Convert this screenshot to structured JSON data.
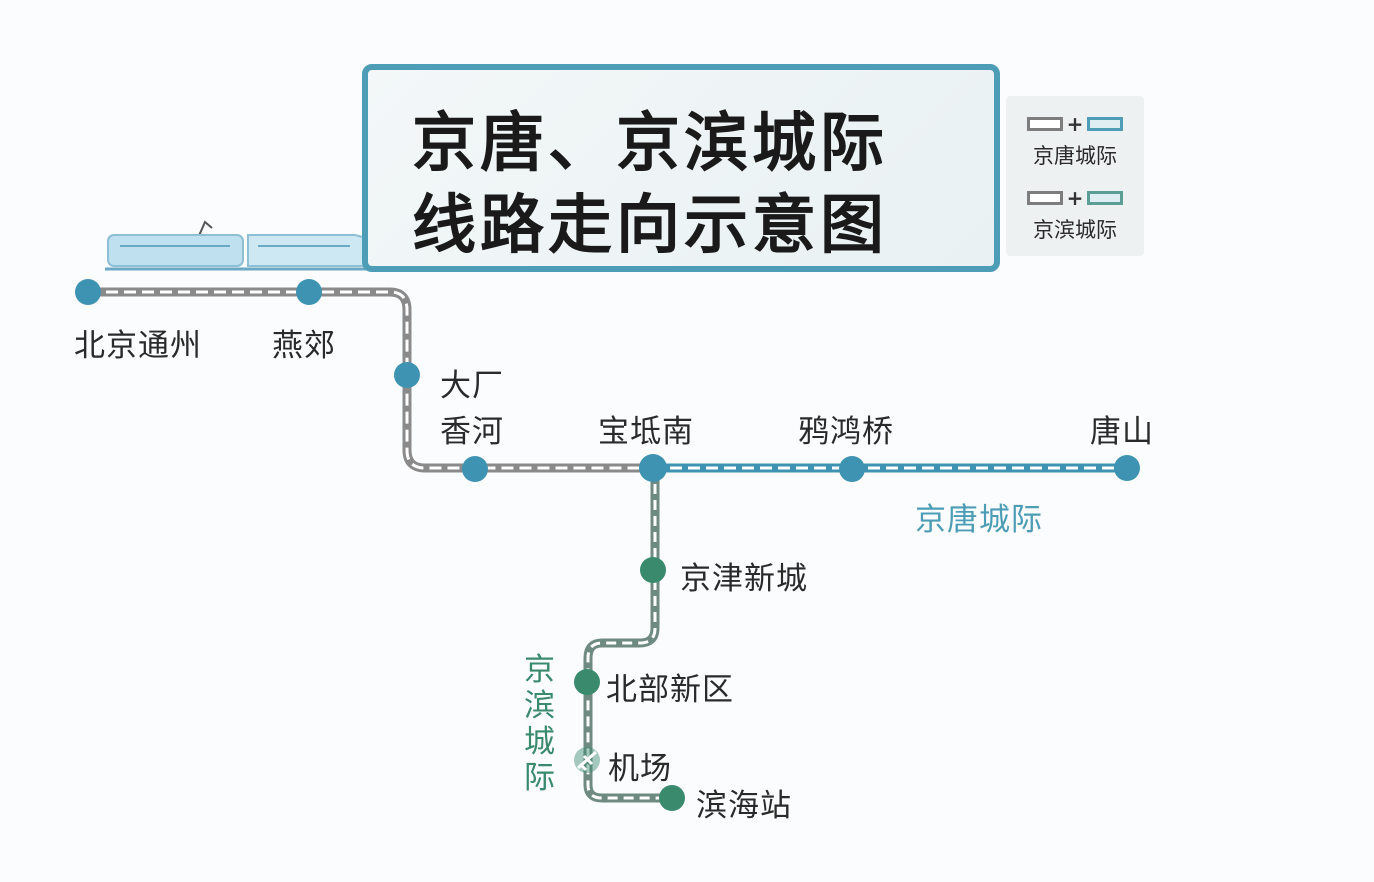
{
  "title": {
    "line1": "京唐、京滨城际",
    "line2": "线路走向示意图"
  },
  "legend": [
    {
      "label": "京唐城际",
      "plus": "+"
    },
    {
      "label": "京滨城际",
      "plus": "+"
    }
  ],
  "lines": [
    {
      "name": "京唐城际",
      "color": "#3f93b2"
    },
    {
      "name": "京滨城际",
      "color": "#3a8a6e"
    }
  ],
  "shared_track_color": "#8a8a8a",
  "stations": {
    "beijing_tongzhou": "北京通州",
    "yanjiao": "燕郊",
    "dachang": "大厂",
    "xianghe": "香河",
    "baodinan": "宝坻南",
    "yahongqiao": "鸦鸿桥",
    "tangshan": "唐山",
    "jingjinxincheng": "京津新城",
    "beibuxinqu": "北部新区",
    "jichang": "机场",
    "binhaizhan": "滨海站"
  },
  "icons": {
    "airport": "airplane-icon",
    "train": "high-speed-train-icon"
  }
}
